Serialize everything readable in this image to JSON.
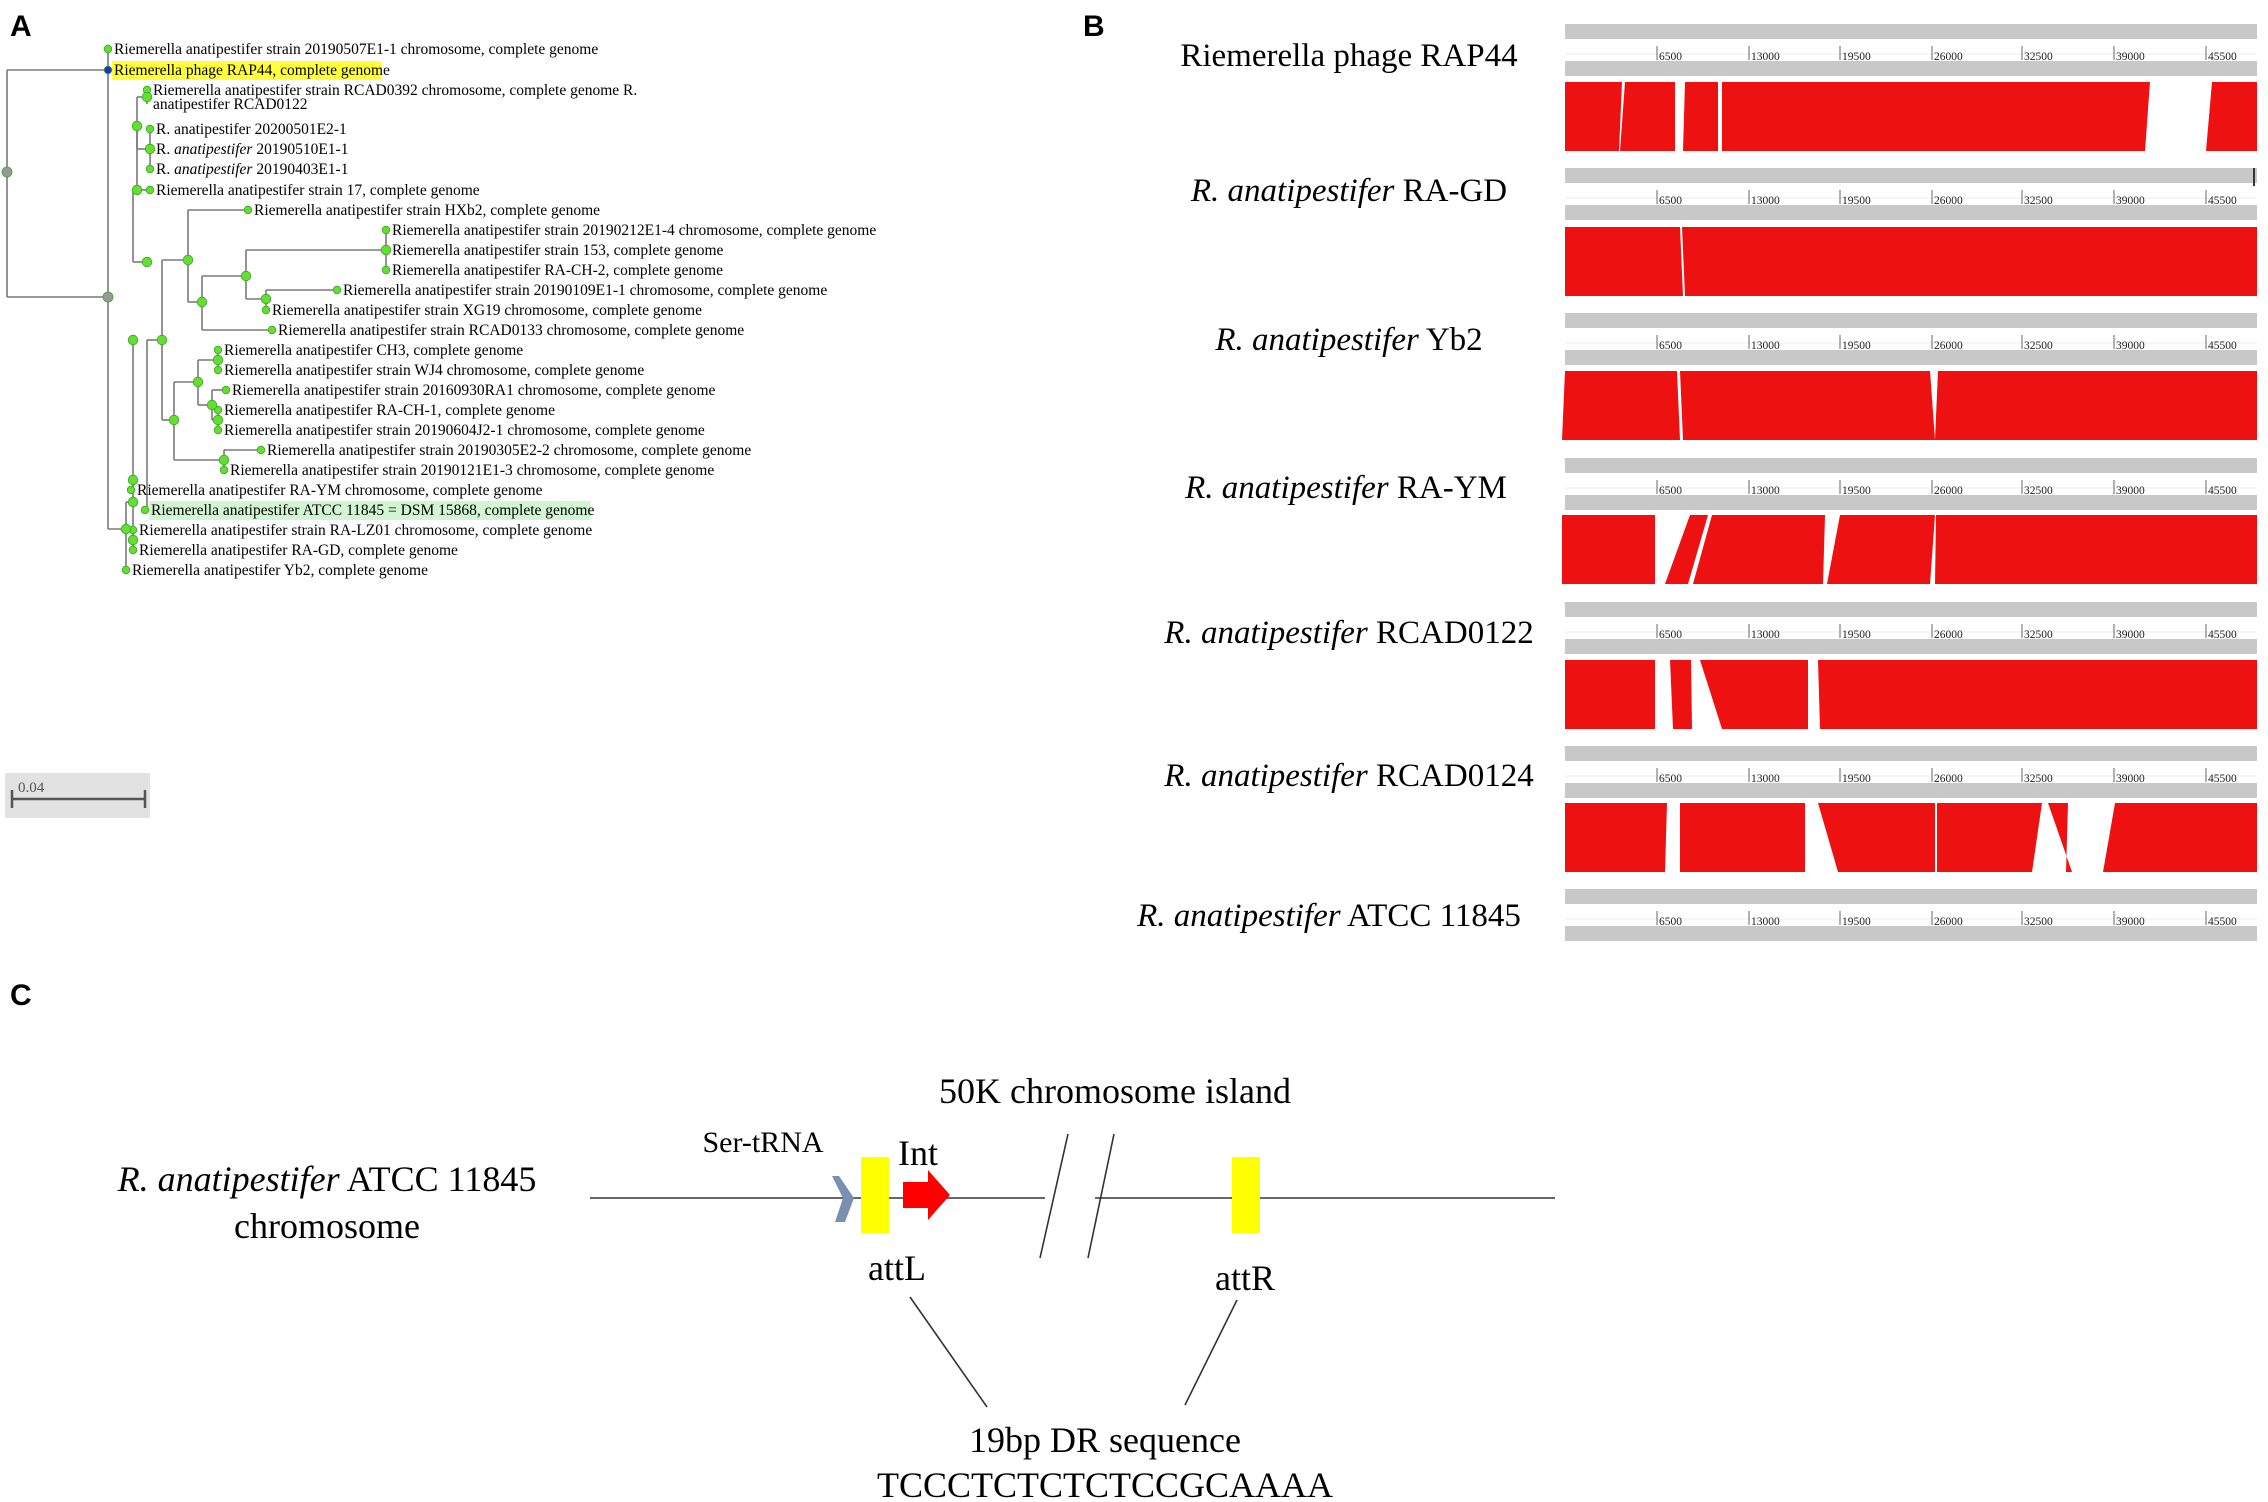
{
  "panels": {
    "a": {
      "letter": "A",
      "leaves": [
        {
          "prefix": "",
          "italic": "",
          "rest": "Riemerella anatipestifer strain 20190507E1-1 chromosome, complete genome",
          "highlight": ""
        },
        {
          "prefix": "",
          "italic": "",
          "rest": "Riemerella phage RAP44, complete genome",
          "highlight": "#ffff3c"
        },
        {
          "prefix": "",
          "italic": "",
          "rest": "Riemerella anatipestifer strain RCAD0392 chromosome, complete genome R.",
          "highlight": ""
        },
        {
          "prefix": "",
          "italic": "",
          "rest": "anatipestifer RCAD0122",
          "highlight": ""
        },
        {
          "prefix": "",
          "italic": "",
          "rest": "R. anatipestifer 20200501E2-1",
          "highlight": ""
        },
        {
          "prefix": "R. ",
          "italic": "anatipestifer",
          "rest": " 20190510E1-1",
          "highlight": ""
        },
        {
          "prefix": "R. ",
          "italic": "anatipestifer",
          "rest": " 20190403E1-1",
          "highlight": ""
        },
        {
          "prefix": "",
          "italic": "",
          "rest": "Riemerella anatipestifer strain 17, complete genome",
          "highlight": ""
        },
        {
          "prefix": "",
          "italic": "",
          "rest": "Riemerella anatipestifer strain HXb2, complete genome",
          "highlight": ""
        },
        {
          "prefix": "",
          "italic": "",
          "rest": "Riemerella anatipestifer strain 20190212E1-4 chromosome, complete genome",
          "highlight": ""
        },
        {
          "prefix": "",
          "italic": "",
          "rest": "Riemerella anatipestifer strain 153, complete genome",
          "highlight": ""
        },
        {
          "prefix": "",
          "italic": "",
          "rest": "Riemerella anatipestifer RA-CH-2, complete genome",
          "highlight": ""
        },
        {
          "prefix": "",
          "italic": "",
          "rest": "Riemerella anatipestifer strain 20190109E1-1 chromosome, complete genome",
          "highlight": ""
        },
        {
          "prefix": "",
          "italic": "",
          "rest": "Riemerella anatipestifer strain XG19 chromosome, complete genome",
          "highlight": ""
        },
        {
          "prefix": "",
          "italic": "",
          "rest": "Riemerella anatipestifer strain RCAD0133 chromosome, complete genome",
          "highlight": ""
        },
        {
          "prefix": "",
          "italic": "",
          "rest": "Riemerella anatipestifer CH3, complete genome",
          "highlight": ""
        },
        {
          "prefix": "",
          "italic": "",
          "rest": "Riemerella anatipestifer strain WJ4 chromosome, complete genome",
          "highlight": ""
        },
        {
          "prefix": "",
          "italic": "",
          "rest": "Riemerella anatipestifer strain 20160930RA1 chromosome, complete genome",
          "highlight": ""
        },
        {
          "prefix": "",
          "italic": "",
          "rest": "Riemerella anatipestifer RA-CH-1, complete genome",
          "highlight": ""
        },
        {
          "prefix": "",
          "italic": "",
          "rest": "Riemerella anatipestifer strain 20190604J2-1 chromosome, complete genome",
          "highlight": ""
        },
        {
          "prefix": "",
          "italic": "",
          "rest": "Riemerella anatipestifer strain 20190305E2-2 chromosome, complete genome",
          "highlight": ""
        },
        {
          "prefix": "",
          "italic": "",
          "rest": "Riemerella anatipestifer strain 20190121E1-3 chromosome, complete genome",
          "highlight": ""
        },
        {
          "prefix": "",
          "italic": "",
          "rest": "Riemerella anatipestifer RA-YM chromosome, complete genome",
          "highlight": ""
        },
        {
          "prefix": "",
          "italic": "",
          "rest": "Riemerella anatipestifer ATCC 11845 = DSM 15868, complete genome",
          "highlight": "#d2f5d2"
        },
        {
          "prefix": "",
          "italic": "",
          "rest": "Riemerella anatipestifer strain RA-LZ01 chromosome, complete genome",
          "highlight": ""
        },
        {
          "prefix": "",
          "italic": "",
          "rest": "Riemerella anatipestifer RA-GD, complete genome",
          "highlight": ""
        },
        {
          "prefix": "",
          "italic": "",
          "rest": "Riemerella anatipestifer Yb2, complete genome",
          "highlight": ""
        }
      ],
      "scale_bar": "0.04"
    },
    "b": {
      "letter": "B",
      "ticks": [
        "6500",
        "13000",
        "19500",
        "26000",
        "32500",
        "39000",
        "45500"
      ],
      "genomes": [
        {
          "prefix": "",
          "italic": "",
          "rest": "Riemerella phage RAP44"
        },
        {
          "prefix": "",
          "italic": "R. anatipestifer",
          "rest": " RA-GD"
        },
        {
          "prefix": "",
          "italic": "R. anatipestifer",
          "rest": " Yb2"
        },
        {
          "prefix": "",
          "italic": "R. anatipestifer",
          "rest": " RA-YM"
        },
        {
          "prefix": "",
          "italic": "R. anatipestifer",
          "rest": " RCAD0122"
        },
        {
          "prefix": "",
          "italic": "R. anatipestifer",
          "rest": " RCAD0124"
        },
        {
          "prefix": "",
          "italic": "R. anatipestifer",
          "rest": " ATCC 11845"
        }
      ],
      "colors": {
        "match": "#ee1111",
        "track": "#c8c8c8"
      }
    },
    "c": {
      "letter": "C",
      "chromosome_italic": "R. anatipestifer",
      "chromosome_line1_rest": " ATCC 11845",
      "chromosome_line2": "chromosome",
      "island_label": "50K chromosome island",
      "trna_label": "Ser-tRNA",
      "int_label": "Int",
      "attl_label": "attL",
      "attr_label": "attR",
      "dr_label": "19bp DR sequence",
      "dr_sequence": "TCCCTCTCTCTCCGCAAAA",
      "colors": {
        "att_site": "#ffff00",
        "integrase": "#ff0000",
        "trna": "#7b8fb0"
      }
    }
  }
}
